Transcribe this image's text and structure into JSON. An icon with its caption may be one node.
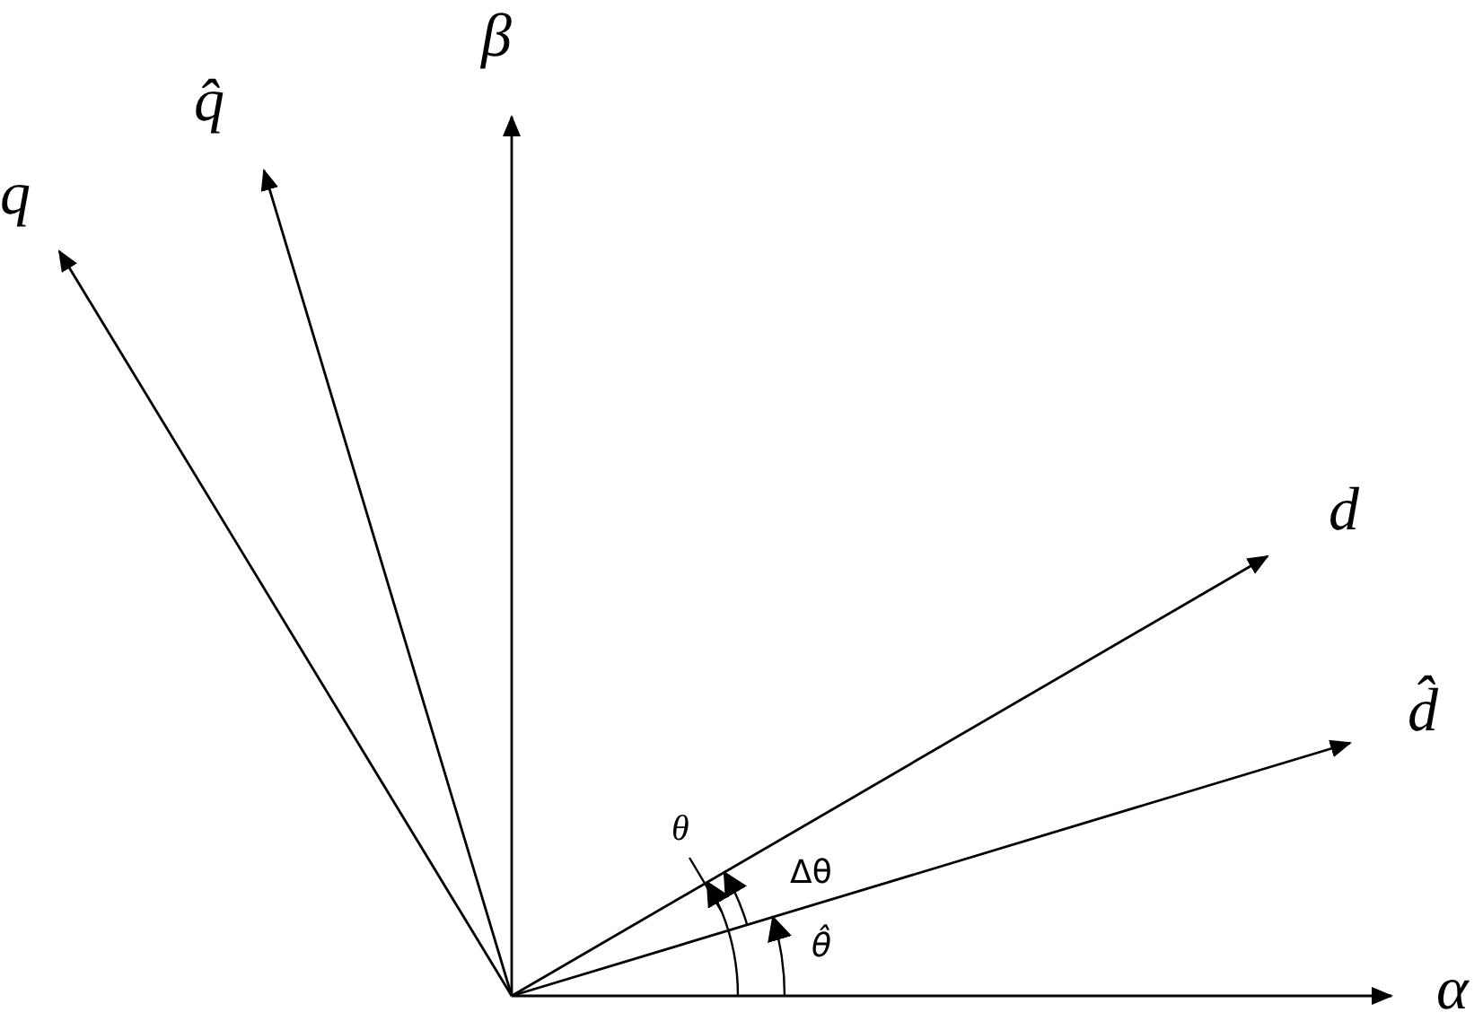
{
  "diagram": {
    "nodes": [
      {
        "text": [
          "θ"
        ]
      },
      {
        "text": [],
        "shape": "arc"
      }
    ],
    "edges": [
      {
        "from": 0,
        "to": 1,
        "arrow": "none"
      }
    ],
    "labels": [
      "β",
      "q̂",
      "q",
      "d",
      "d̂",
      "Δθ",
      "θ̂",
      "α"
    ]
  }
}
